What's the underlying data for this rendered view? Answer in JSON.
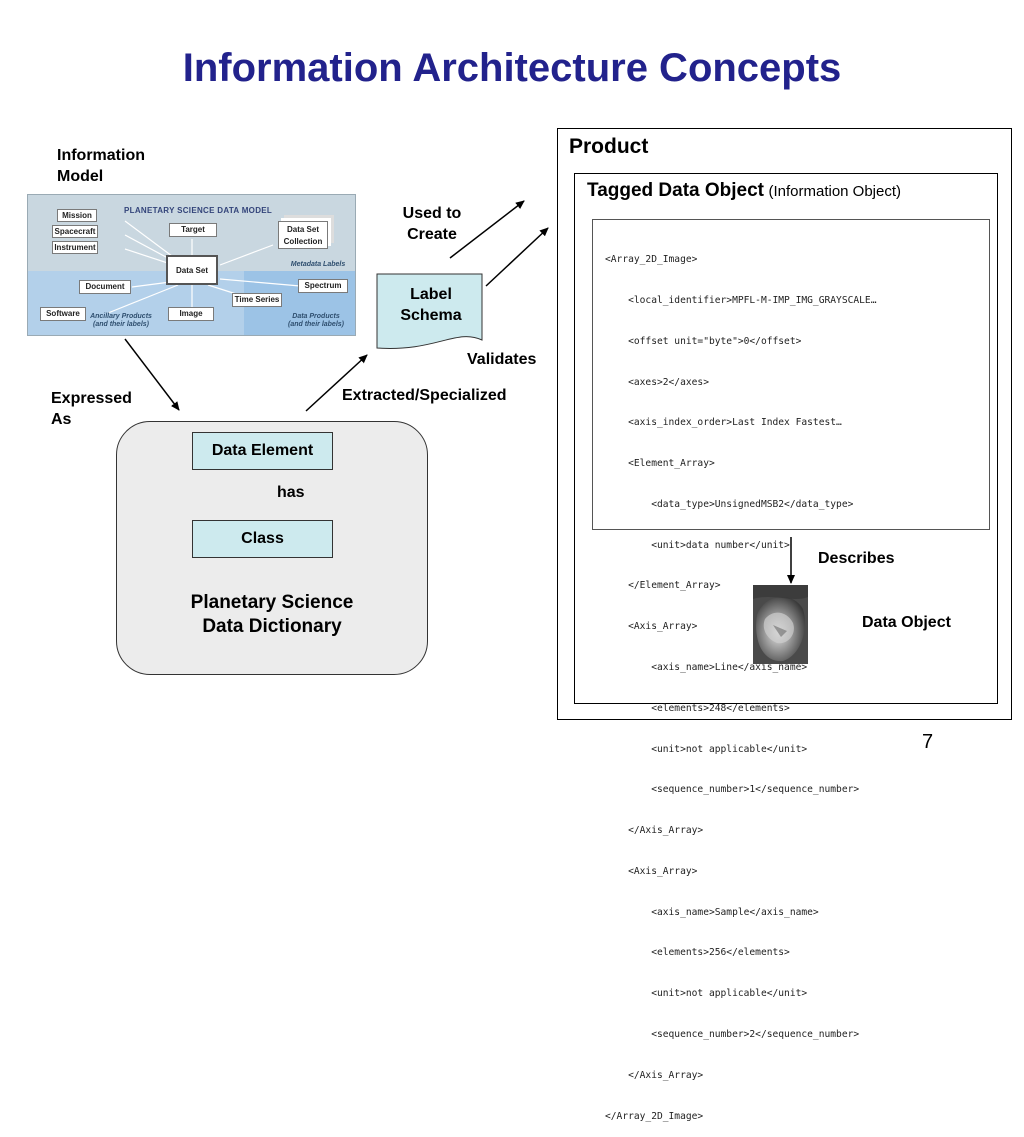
{
  "slide": {
    "title": "Information Architecture Concepts",
    "page_number": "7"
  },
  "information_model": {
    "label_line1": "Information",
    "label_line2": "Model",
    "header": "PLANETARY SCIENCE DATA MODEL",
    "boxes": {
      "mission": "Mission",
      "spacecraft": "Spacecraft",
      "instrument": "Instrument",
      "target": "Target",
      "data_set_collection_1": "Data Set",
      "data_set_collection_2": "Collection",
      "data_set": "Data Set",
      "document": "Document",
      "time_series": "Time Series",
      "spectrum": "Spectrum",
      "software": "Software",
      "image": "Image"
    },
    "metadata_labels": "Metadata Labels",
    "ancillary_1": "Ancillary Products",
    "ancillary_2": "(and their labels)",
    "dataproducts_1": "Data Products",
    "dataproducts_2": "(and their labels)"
  },
  "relations": {
    "expressed_as_1": "Expressed",
    "expressed_as_2": "As",
    "extracted": "Extracted/Specialized",
    "used_to_create_1": "Used to",
    "used_to_create_2": "Create",
    "validates": "Validates",
    "has": "has",
    "describes": "Describes"
  },
  "label_schema": {
    "line1": "Label",
    "line2": "Schema"
  },
  "dictionary": {
    "data_element": "Data Element",
    "class": "Class",
    "name_line1": "Planetary Science",
    "name_line2": "Data Dictionary"
  },
  "product": {
    "title": "Product",
    "tagged_title": "Tagged Data Object",
    "tagged_sub": "(Information Object)",
    "xml_lines": [
      "<Array_2D_Image>",
      "    <local_identifier>MPFL-M-IMP_IMG_GRAYSCALE…",
      "    <offset unit=\"byte\">0</offset>",
      "    <axes>2</axes>",
      "    <axis_index_order>Last Index Fastest…",
      "    <Element_Array>",
      "        <data_type>UnsignedMSB2</data_type>",
      "        <unit>data number</unit>",
      "    </Element_Array>",
      "    <Axis_Array>",
      "        <axis_name>Line</axis_name>",
      "        <elements>248</elements>",
      "        <unit>not applicable</unit>",
      "        <sequence_number>1</sequence_number>",
      "    </Axis_Array>",
      "    <Axis_Array>",
      "        <axis_name>Sample</axis_name>",
      "        <elements>256</elements>",
      "        <unit>not applicable</unit>",
      "        <sequence_number>2</sequence_number>",
      "    </Axis_Array>",
      "</Array_2D_Image>"
    ],
    "data_object": "Data Object"
  }
}
